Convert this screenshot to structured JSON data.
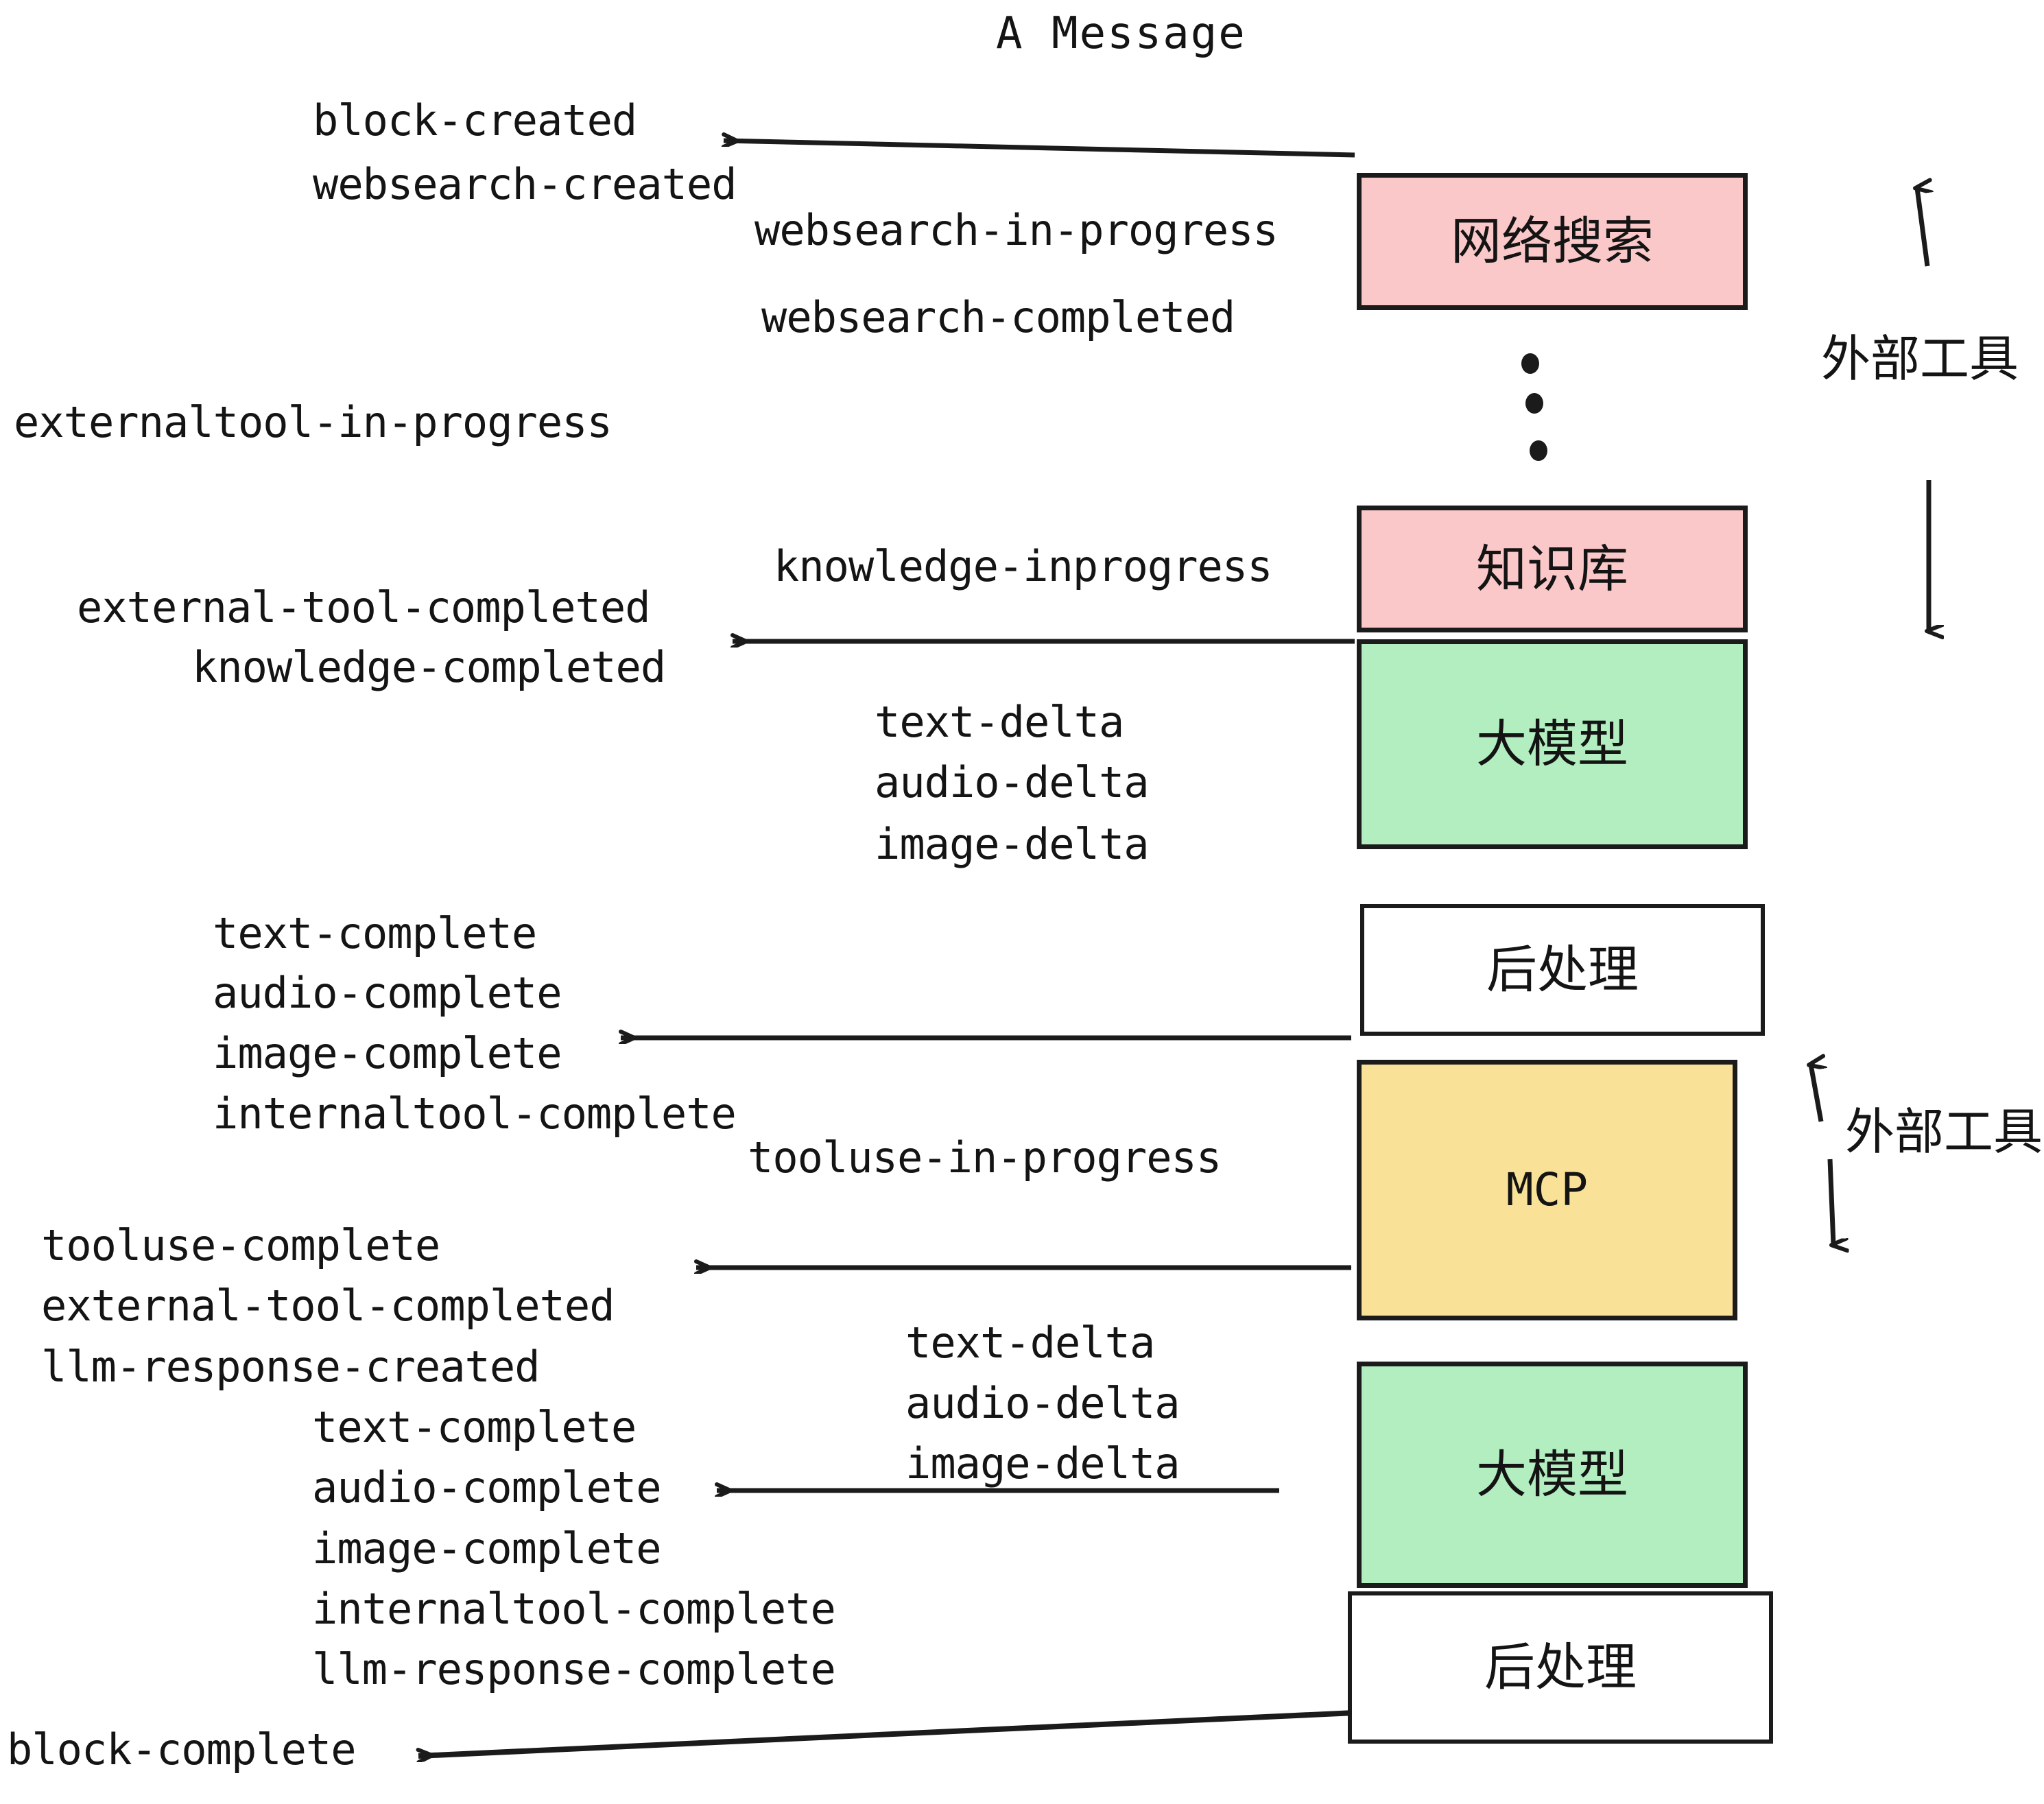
{
  "diagram": {
    "title": "A Message",
    "colors": {
      "tool_fill": "#fac8c8",
      "llm_fill": "#b2eec0",
      "mcp_fill": "#fae198",
      "post_fill": "#ffffff",
      "stroke": "#1b1b1b",
      "text": "#141414",
      "background": "#ffffff"
    },
    "nodes": [
      {
        "id": "websearch",
        "label": "网络搜索",
        "kind": "tool"
      },
      {
        "id": "knowledge",
        "label": "知识库",
        "kind": "tool"
      },
      {
        "id": "llm-1",
        "label": "大模型",
        "kind": "llm"
      },
      {
        "id": "post-1",
        "label": "后处理",
        "kind": "post"
      },
      {
        "id": "mcp",
        "label": "MCP",
        "kind": "mcp"
      },
      {
        "id": "llm-2",
        "label": "大模型",
        "kind": "llm"
      },
      {
        "id": "post-2",
        "label": "后处理",
        "kind": "post"
      }
    ],
    "side_labels": [
      {
        "id": "external-tools-top",
        "label": "外部工具"
      },
      {
        "id": "external-tools-bottom",
        "label": "外部工具"
      }
    ],
    "events": [
      {
        "id": "e01",
        "label": "block-created"
      },
      {
        "id": "e02",
        "label": "websearch-created"
      },
      {
        "id": "e03",
        "label": "websearch-in-progress"
      },
      {
        "id": "e04",
        "label": "websearch-completed"
      },
      {
        "id": "e05",
        "label": "externaltool-in-progress"
      },
      {
        "id": "e06",
        "label": "knowledge-inprogress"
      },
      {
        "id": "e07",
        "label": "external-tool-completed"
      },
      {
        "id": "e08",
        "label": "knowledge-completed"
      },
      {
        "id": "e09",
        "label": "text-delta"
      },
      {
        "id": "e10",
        "label": "audio-delta"
      },
      {
        "id": "e11",
        "label": "image-delta"
      },
      {
        "id": "e12",
        "label": "text-complete"
      },
      {
        "id": "e13",
        "label": "audio-complete"
      },
      {
        "id": "e14",
        "label": "image-complete"
      },
      {
        "id": "e15",
        "label": "internaltool-complete"
      },
      {
        "id": "e16",
        "label": "tooluse-in-progress"
      },
      {
        "id": "e17",
        "label": "tooluse-complete"
      },
      {
        "id": "e18",
        "label": "external-tool-completed"
      },
      {
        "id": "e19",
        "label": "llm-response-created"
      },
      {
        "id": "e20",
        "label": "text-delta"
      },
      {
        "id": "e21",
        "label": "audio-delta"
      },
      {
        "id": "e22",
        "label": "image-delta"
      },
      {
        "id": "e23",
        "label": "text-complete"
      },
      {
        "id": "e24",
        "label": "audio-complete"
      },
      {
        "id": "e25",
        "label": "image-complete"
      },
      {
        "id": "e26",
        "label": "internaltool-complete"
      },
      {
        "id": "e27",
        "label": "llm-response-complete"
      },
      {
        "id": "e28",
        "label": "block-complete"
      }
    ]
  }
}
